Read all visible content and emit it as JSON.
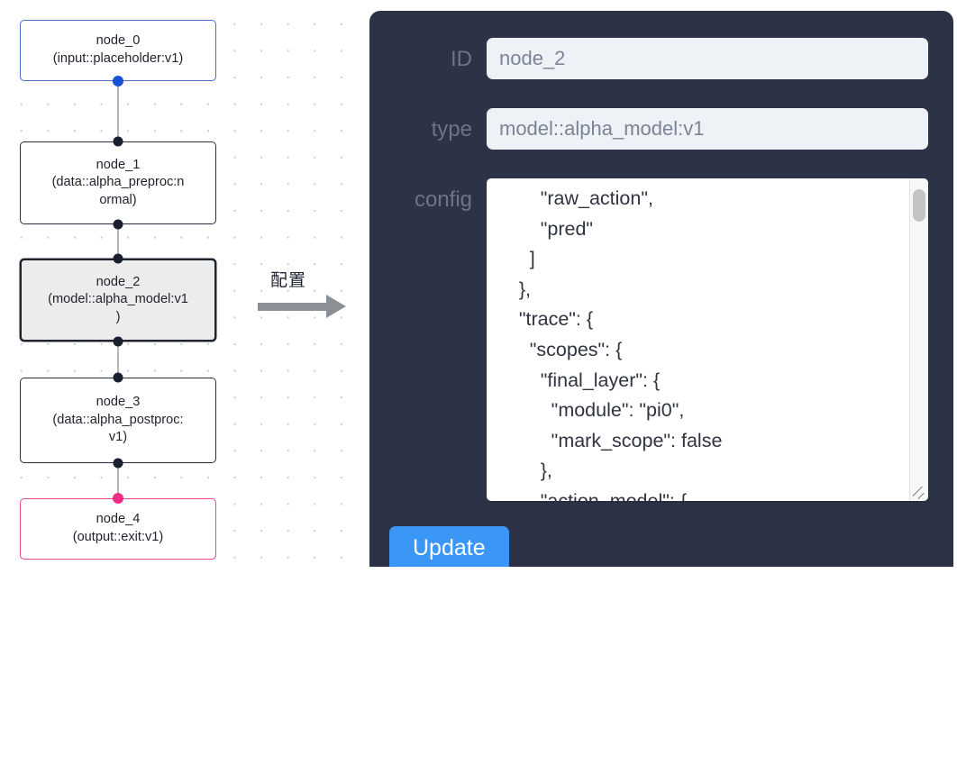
{
  "graph": {
    "background": "#ffffff",
    "dot_color": "#c9ccd4",
    "nodes": [
      {
        "id": "node_0",
        "title": "node_0",
        "subtitle": "(input::placeholder:v1)",
        "border_color": "#4a6fc4",
        "selected": false,
        "handle_color": "#1652d8"
      },
      {
        "id": "node_1",
        "title": "node_1",
        "subtitle_line1": "(data::alpha_preproc:n",
        "subtitle_line2": "ormal)",
        "border_color": "#2b3040",
        "selected": false,
        "handle_color": "#1b2030"
      },
      {
        "id": "node_2",
        "title": "node_2",
        "subtitle_line1": "(model::alpha_model:v1",
        "subtitle_line2": ")",
        "border_color": "#1f2430",
        "selected": true,
        "handle_color": "#1b2030"
      },
      {
        "id": "node_3",
        "title": "node_3",
        "subtitle_line1": "(data::alpha_postproc:",
        "subtitle_line2": "v1)",
        "border_color": "#2b3040",
        "selected": false,
        "handle_color": "#1b2030"
      },
      {
        "id": "node_4",
        "title": "node_4",
        "subtitle": "(output::exit:v1)",
        "border_color": "#e8458c",
        "selected": false,
        "handle_color": "#ef2d86"
      }
    ]
  },
  "arrow": {
    "label": "配置",
    "color": "#8b8f96"
  },
  "panel": {
    "background": "#2c3346",
    "fields": {
      "id": {
        "label": "ID",
        "value": "node_2",
        "placeholder": "node_2"
      },
      "type": {
        "label": "type",
        "value": "model::alpha_model:v1",
        "placeholder": "model::alpha_model:v1"
      },
      "config": {
        "label": "config",
        "value": "          \"raw_action\",\n          \"pred\"\n        ]\n      },\n      \"trace\": {\n        \"scopes\": {\n          \"final_layer\": {\n            \"module\": \"pi0\",\n            \"mark_scope\": false\n          },\n          \"action_model\": {",
        "lines": [
          "          \"raw_action\",",
          "          \"pred\"",
          "        ]",
          "      },",
          "      \"trace\": {",
          "        \"scopes\": {",
          "          \"final_layer\": {",
          "            \"module\": \"pi0\",",
          "            \"mark_scope\": false",
          "          },",
          "          \"action_model\": {"
        ]
      }
    },
    "update_button": {
      "label": "Update",
      "color": "#3b97f5"
    }
  }
}
